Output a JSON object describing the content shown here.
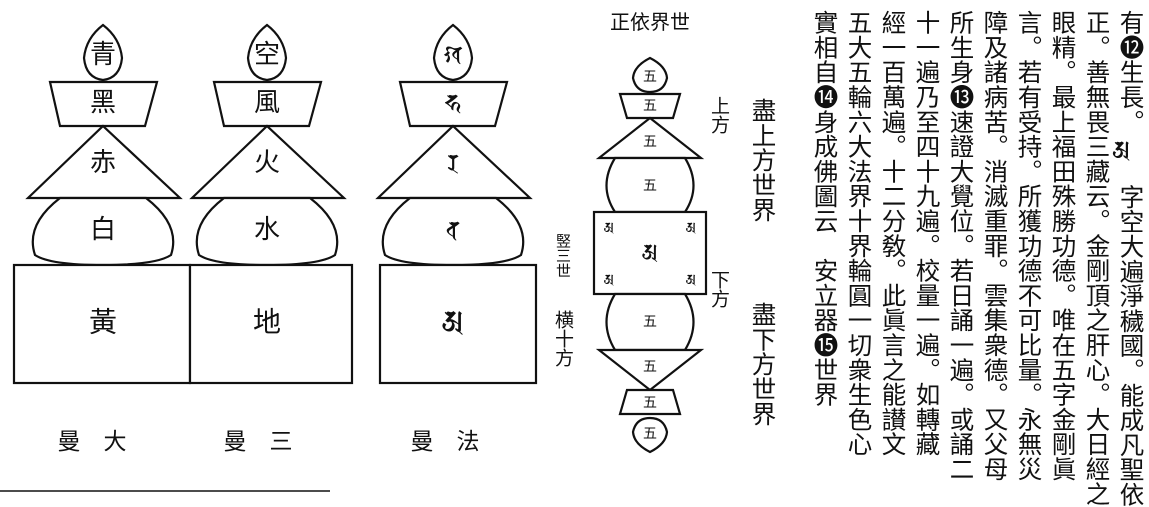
{
  "text_columns": [
    "有⓬生長。𑖀字空大遍淨穢國。能成凡聖依",
    "正。善無畏三藏云。金剛頂之肝心。大日經之",
    "眼精。最上福田殊勝功德。唯在五字金剛眞",
    "言。若有受持。所獲功德不可比量。永無災",
    "障及諸病苦。消滅重罪。雲集衆德。又父母",
    "所生身⓭速證大覺位。若日誦一遍。或誦二",
    "十一遍乃至四十九遍。校量一遍。如轉藏",
    "經一百萬遍。十二分敎。此眞言之能讃文",
    "五大五輪六大法界十界輪圓一切衆生色心",
    "實相自⓮身成佛圖云　安立器⓯世界"
  ],
  "upper_world_label": "盡上方世界",
  "lower_world_label": "盡下方世界",
  "vertical_stupa": {
    "title": "正依界世",
    "glyph": "五",
    "center_glyph": "𑖀",
    "corner_glyph": "𑖀",
    "top_label": "上方",
    "bottom_label": "下方"
  },
  "side_labels": {
    "vertical": "竪三世",
    "horizontal": "横十方"
  },
  "mandala_daimanda": {
    "label": "曼　大",
    "elements": [
      "青",
      "黑",
      "赤",
      "白",
      "黃"
    ]
  },
  "mandala_sanmaya": {
    "label": "曼　三",
    "elements": [
      "空",
      "風",
      "火",
      "水",
      "地"
    ]
  },
  "mandala_homanda": {
    "label": "曼　法",
    "elements": [
      "𑖏",
      "𑖮",
      "𑖨",
      "𑖪",
      "𑖀"
    ]
  }
}
